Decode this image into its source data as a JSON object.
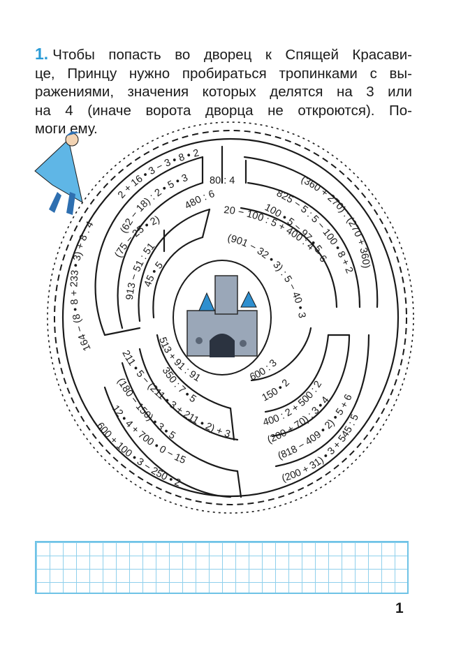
{
  "task": {
    "number": "1.",
    "lines": [
      "Чтобы попасть во дворец к Спящей Красави-",
      "це, Принцу нужно пробираться тропинками с вы-",
      "ражениями, значения которых делятся на 3 или",
      "на 4 (иначе ворота дворца не откроются). По-",
      "моги ему."
    ]
  },
  "maze": {
    "expressions": [
      "164 − (8 • 8 + 233 • 3) + 8 : 4",
      "2 + 16 • 3 − 3 • 8 • 2",
      "80 : 4",
      "(360 + 270) : (270 + 360)",
      "(62 − 18) : 2 • 5 • 3",
      "480 : 6",
      "825 − 5 : 5 − 100 • 8 + 2",
      "(75 − 25 • 2) : 5",
      "20 − 100 : 5 + 400 : 4 − 62",
      "100 • 5 − 97 • 5",
      "913 − 51 : 51",
      "45 • 5",
      "(901 − 32 • 3) : 5 − 40 • 3",
      "513 + 91 : 91",
      "600 : 3",
      "211 • 5 − (211 • 3 + 211 • 2) + 3",
      "350 : 7 • 5",
      "150 • 2",
      "(180 − 150) • 3 • 5",
      "400 : 2 + 500 : 2",
      "12 • 4 + 700 • 0 − 15",
      "(200 + 70) : 3 • 4",
      "600 + 100 • 3 − 250 • 2",
      "(818 − 409 • 2) • 5 + 6",
      "(200 + 31) • 3 + 545 : 5"
    ],
    "colors": {
      "line": "#1a1a1a",
      "castle_stone": "#9aa7b8",
      "castle_roof": "#2e8fcf",
      "prince_cloak": "#5fb6e6"
    }
  },
  "grid": {
    "color": "#8fd0ec"
  },
  "page_number": "1"
}
